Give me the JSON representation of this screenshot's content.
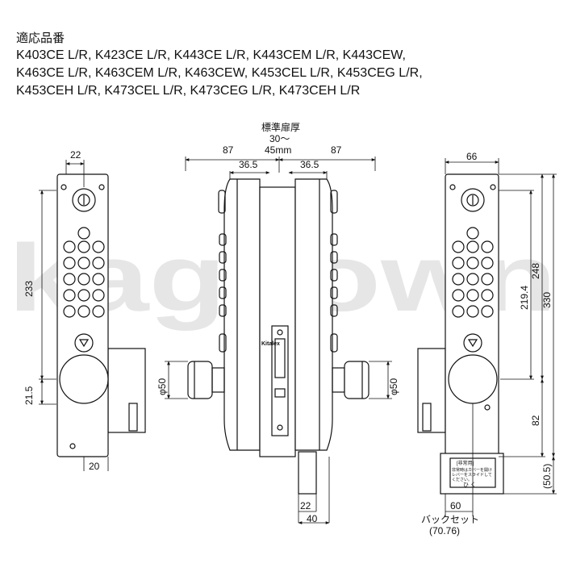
{
  "header": {
    "title": "適応品番",
    "lines": [
      "K403CE L/R, K423CE L/R, K443CE L/R, K443CEM L/R, K443CEW,",
      "K463CE L/R, K463CEM L/R, K463CEW, K453CEL L/R, K453CEG L/R,",
      "K453CEH L/R, K473CEL L/R, K473CEG L/R, K473CEH L/R"
    ]
  },
  "watermark": "kagitown",
  "front_view": {
    "dim_width": "22",
    "dim_height": "233",
    "dim_lower": "21.5",
    "dim_bottom": "20"
  },
  "side_view": {
    "door_label": "標準扉厚",
    "door_range_1": "30～",
    "door_range_2": "45mm",
    "dim_left_outer": "87",
    "dim_right_outer": "87",
    "dim_left_inner": "36.5",
    "dim_right_inner": "36.5",
    "knob_left_dia": "φ50",
    "knob_right_dia": "φ50",
    "case_brand": "Kitalex",
    "dim_bottom_a": "22",
    "dim_bottom_b": "40"
  },
  "back_view": {
    "dim_width": "66",
    "dim_1": "219.4",
    "dim_2": "248",
    "dim_3": "330",
    "dim_4": "82",
    "dim_5": "(50.5)",
    "dim_bottom": "60",
    "backset_label": "バックセット",
    "backset_value": "(70.76)",
    "emergency_label": "[非常用]",
    "emergency_text_1": "非常時はカバーを開け",
    "emergency_text_2": "レバーをスライドして",
    "emergency_text_3": "ください。",
    "emergency_arrow": "ひ く"
  }
}
